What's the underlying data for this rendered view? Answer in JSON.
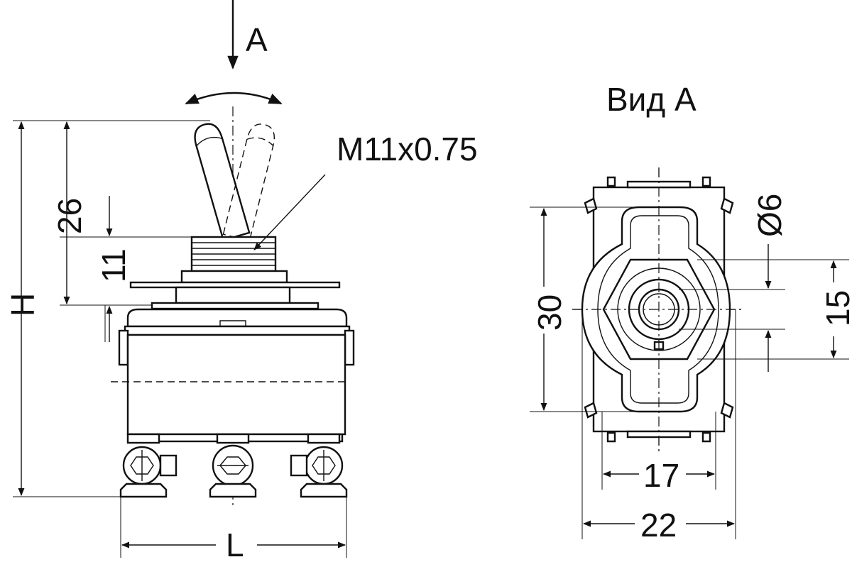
{
  "labels": {
    "view_arrow": "A",
    "view_title": "Вид А",
    "thread": "M11x0.75",
    "dim_26": "26",
    "dim_11": "11",
    "dim_H": "H",
    "dim_L": "L",
    "dim_30": "30",
    "dim_6": "Ø6",
    "dim_15": "15",
    "dim_17": "17",
    "dim_22": "22"
  }
}
